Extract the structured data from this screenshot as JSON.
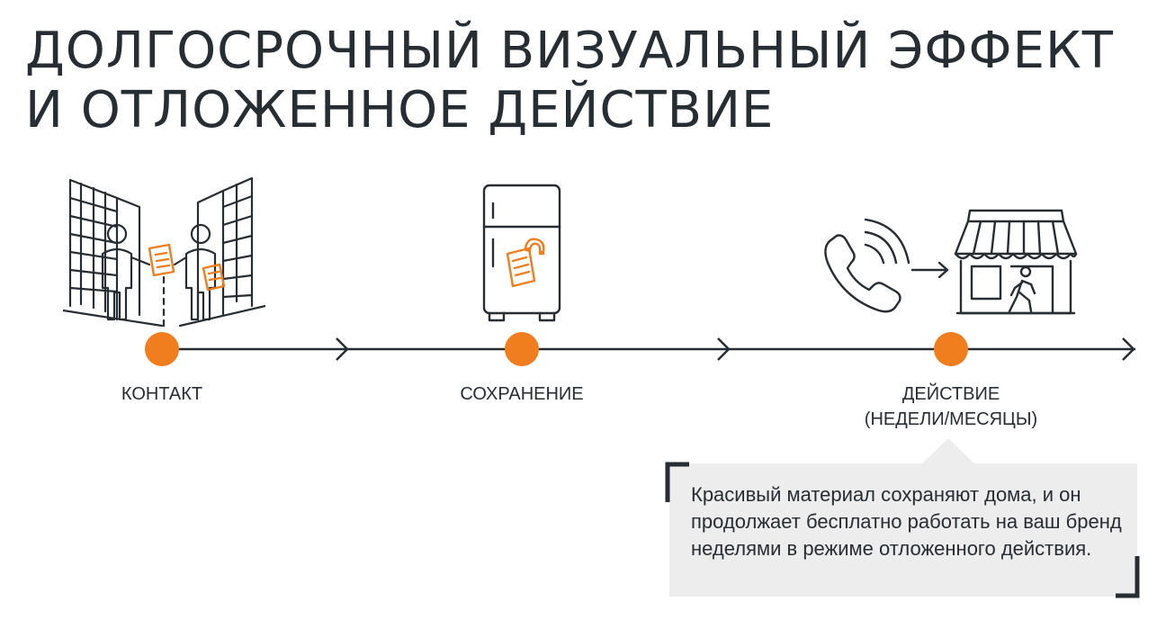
{
  "title": {
    "line1": "ДОЛГОСРОЧНЫЙ ВИЗУАЛЬНЫЙ ЭФФЕКТ",
    "line2": "И ОТЛОЖЕННОЕ ДЕЙСТВИЕ"
  },
  "steps": [
    {
      "label": "КОНТАКТ",
      "icon": "two-people-street-icon"
    },
    {
      "label": "СОХРАНЕНИЕ",
      "icon": "fridge-magnet-icon"
    },
    {
      "label": "ДЕЙСТВИЕ",
      "label2": "(НЕДЕЛИ/МЕСЯЦЫ)",
      "icon": "phone-to-store-icon"
    }
  ],
  "note": {
    "text": "Красивый материал сохраняют дома, и он продолжает бесплатно работать на ваш бренд неделями в режиме отложенного действия."
  },
  "colors": {
    "accent": "#f07d1e",
    "text": "#262d33",
    "note_bg": "#ededed",
    "line": "#262d33"
  }
}
